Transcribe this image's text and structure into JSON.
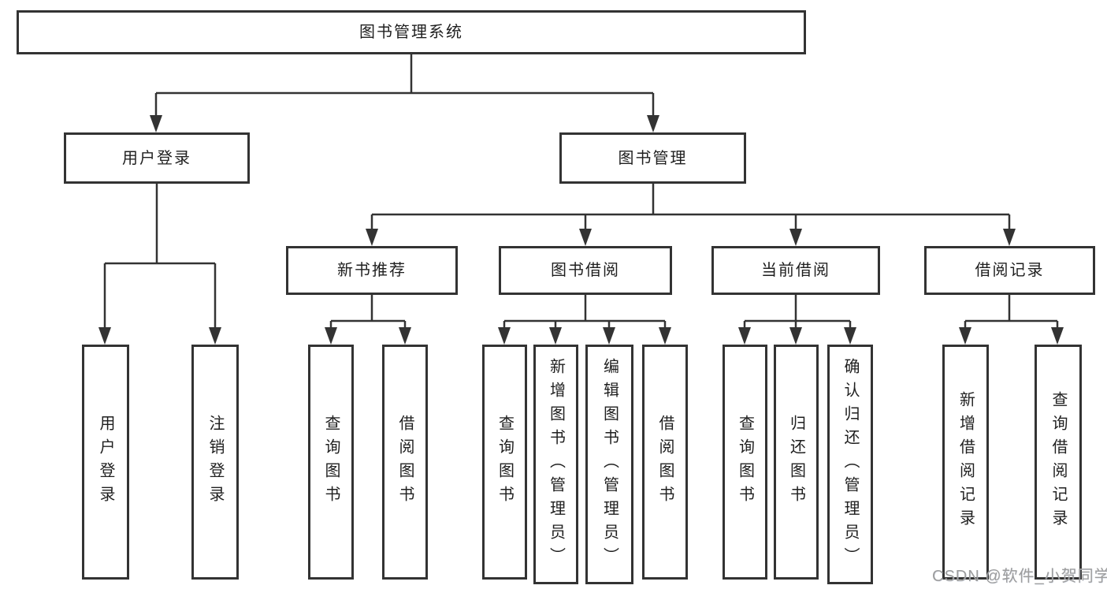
{
  "page": {
    "background": "#ffffff"
  },
  "colors": {
    "line": "#333333",
    "box_border": "#333333",
    "box_fill": "#ffffff",
    "text": "#1f1f1f",
    "watermark": "#9e9e9e"
  },
  "diagram": {
    "type": "tree-structure-chart",
    "root": {
      "label": "图书管理系统"
    },
    "branches": [
      {
        "label": "用户登录",
        "children": [
          {
            "label": "用户登录"
          },
          {
            "label": "注销登录"
          }
        ]
      },
      {
        "label": "图书管理",
        "children": [
          {
            "label": "新书推荐",
            "children": [
              {
                "label": "查询图书"
              },
              {
                "label": "借阅图书"
              }
            ]
          },
          {
            "label": "图书借阅",
            "children": [
              {
                "label": "查询图书"
              },
              {
                "label": "新增图书（管理员）"
              },
              {
                "label": "编辑图书（管理员）"
              },
              {
                "label": "借阅图书"
              }
            ]
          },
          {
            "label": "当前借阅",
            "children": [
              {
                "label": "查询图书"
              },
              {
                "label": "归还图书"
              },
              {
                "label": "确认归还（管理员）"
              }
            ]
          },
          {
            "label": "借阅记录",
            "children": [
              {
                "label": "新增借阅记录"
              },
              {
                "label": "查询借阅记录"
              }
            ]
          }
        ]
      }
    ]
  },
  "watermark": {
    "text": "CSDN @软件_小贺同学"
  }
}
